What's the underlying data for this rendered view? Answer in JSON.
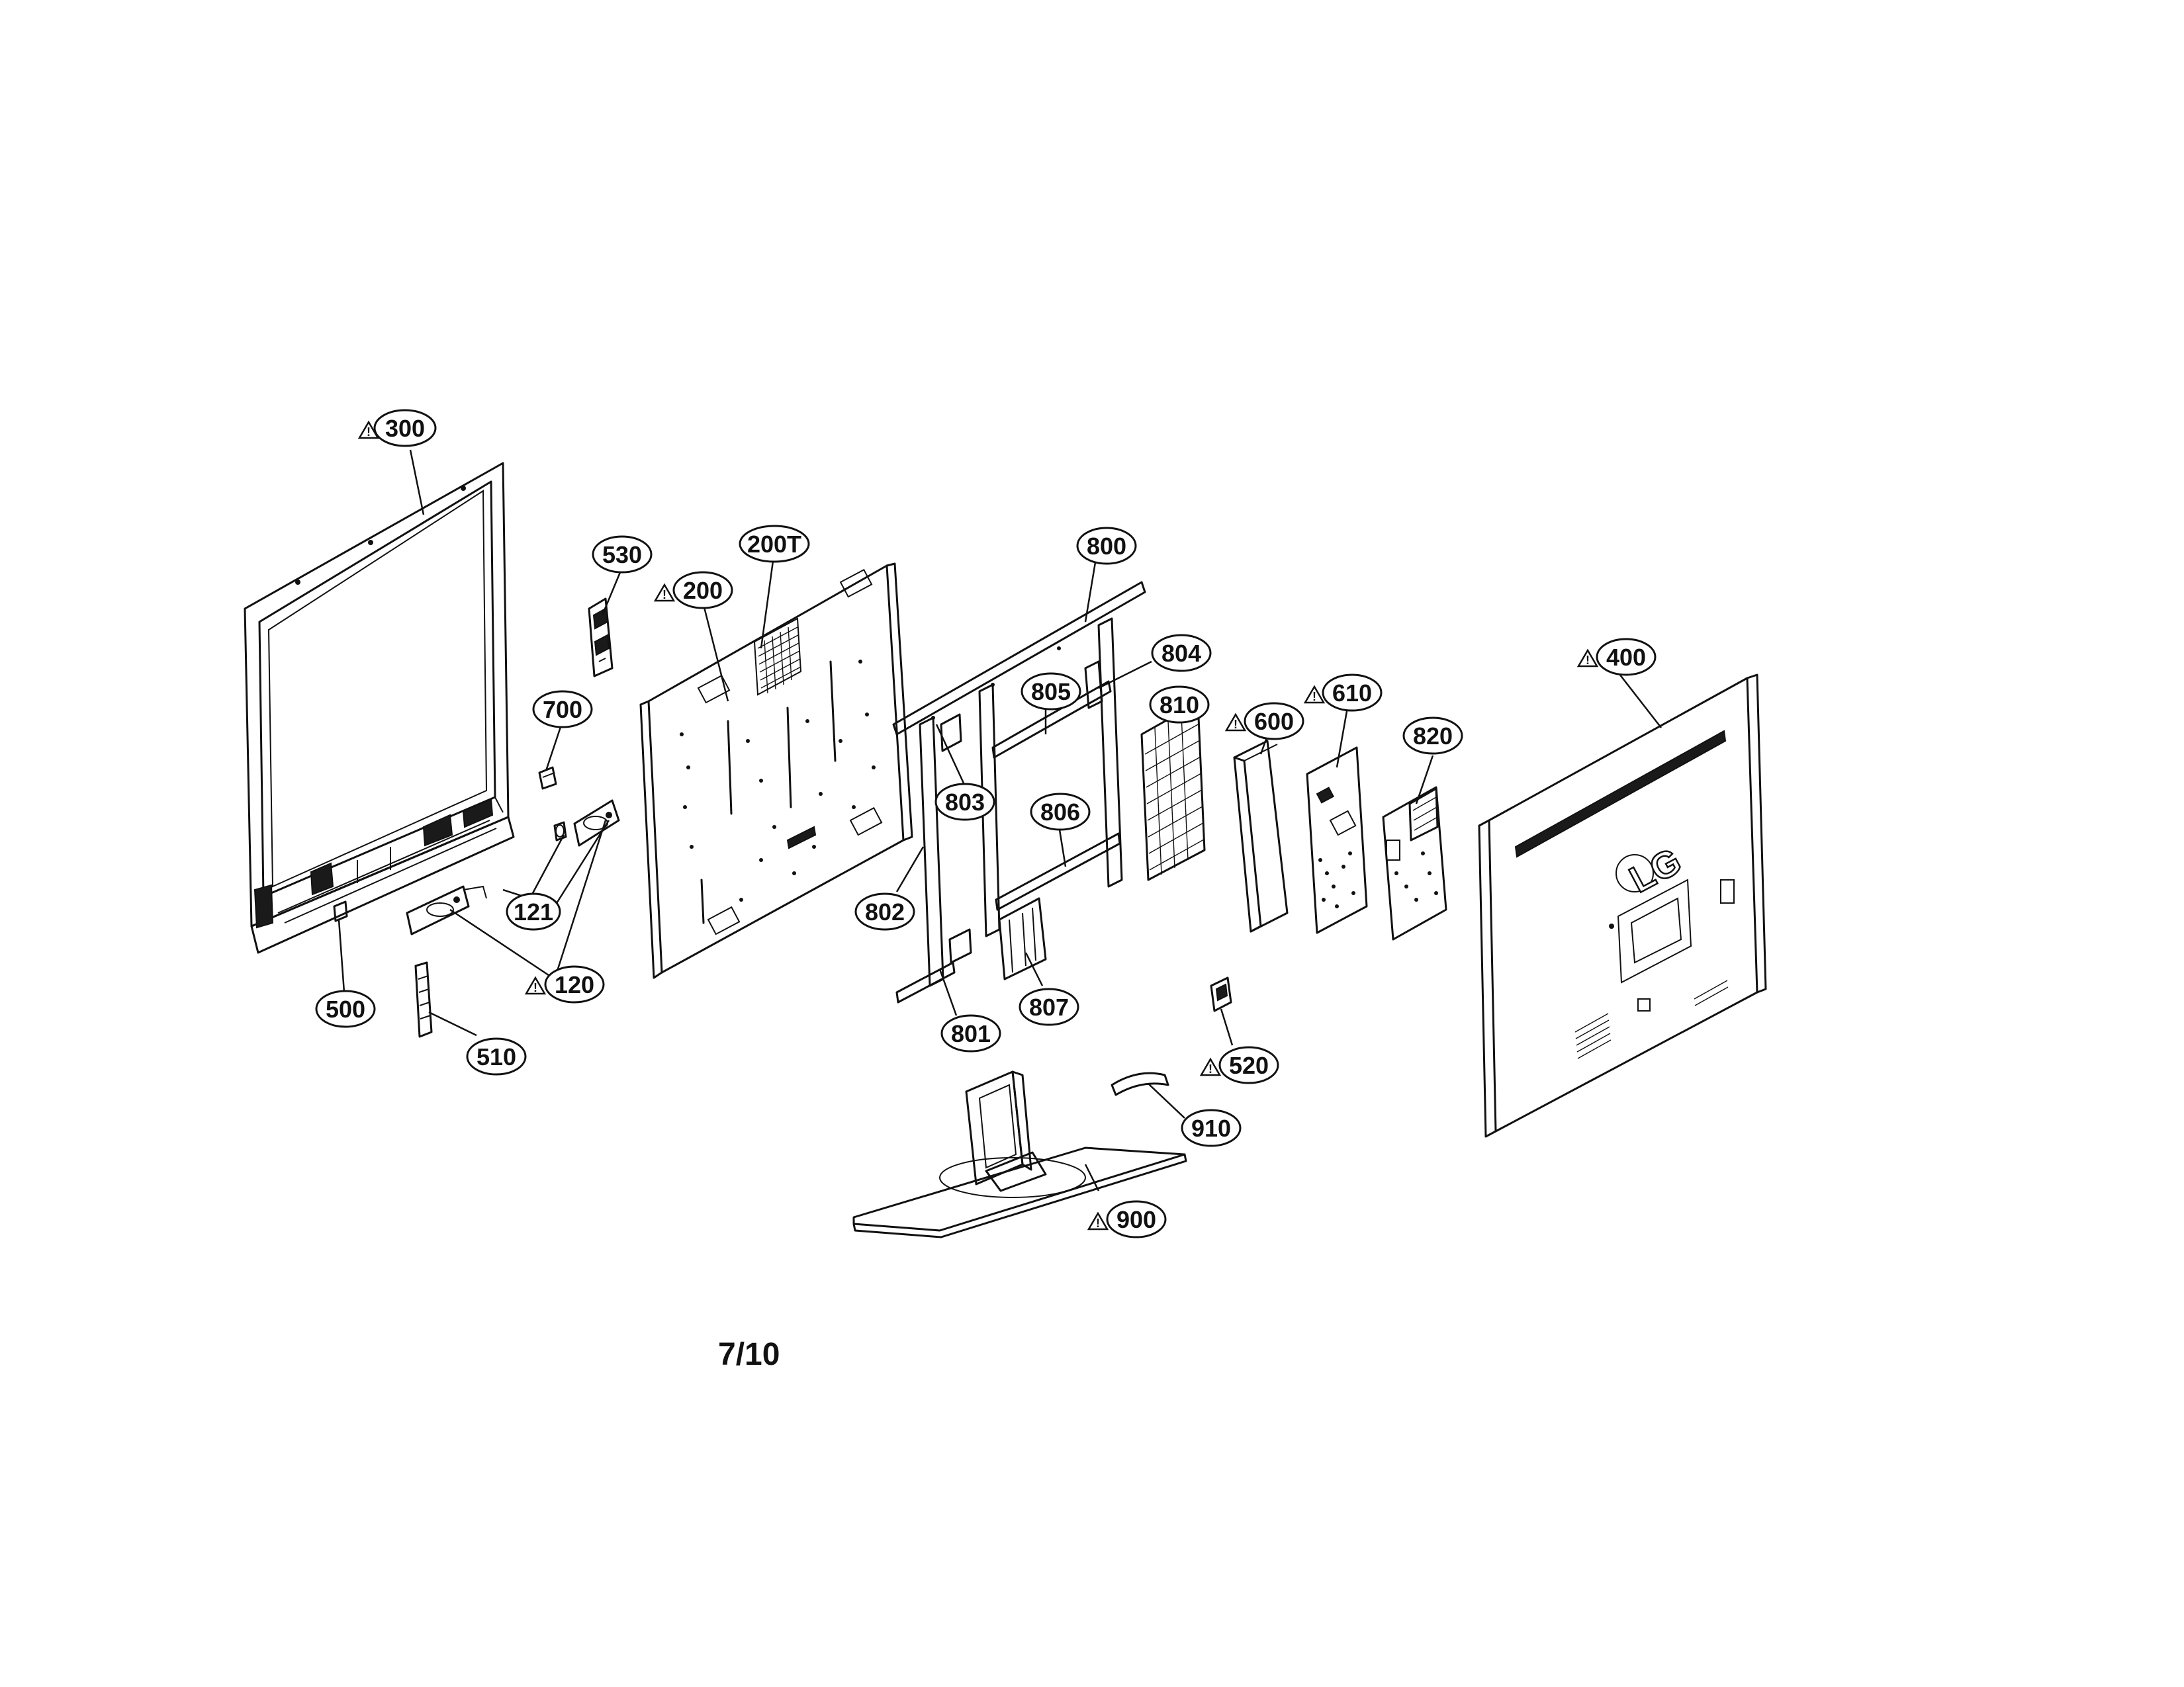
{
  "page_label": "7/10",
  "logo_text": "LG",
  "callouts": [
    {
      "id": "300",
      "warning": true
    },
    {
      "id": "530",
      "warning": false
    },
    {
      "id": "200T",
      "warning": false
    },
    {
      "id": "200",
      "warning": true
    },
    {
      "id": "700",
      "warning": false
    },
    {
      "id": "121",
      "warning": false
    },
    {
      "id": "120",
      "warning": true
    },
    {
      "id": "500",
      "warning": false
    },
    {
      "id": "510",
      "warning": false
    },
    {
      "id": "800",
      "warning": false
    },
    {
      "id": "804",
      "warning": false
    },
    {
      "id": "805",
      "warning": false
    },
    {
      "id": "810",
      "warning": false
    },
    {
      "id": "803",
      "warning": false
    },
    {
      "id": "806",
      "warning": false
    },
    {
      "id": "802",
      "warning": false
    },
    {
      "id": "807",
      "warning": false
    },
    {
      "id": "801",
      "warning": false
    },
    {
      "id": "600",
      "warning": true
    },
    {
      "id": "610",
      "warning": true
    },
    {
      "id": "820",
      "warning": false
    },
    {
      "id": "400",
      "warning": true
    },
    {
      "id": "520",
      "warning": true
    },
    {
      "id": "910",
      "warning": false
    },
    {
      "id": "900",
      "warning": true
    }
  ]
}
